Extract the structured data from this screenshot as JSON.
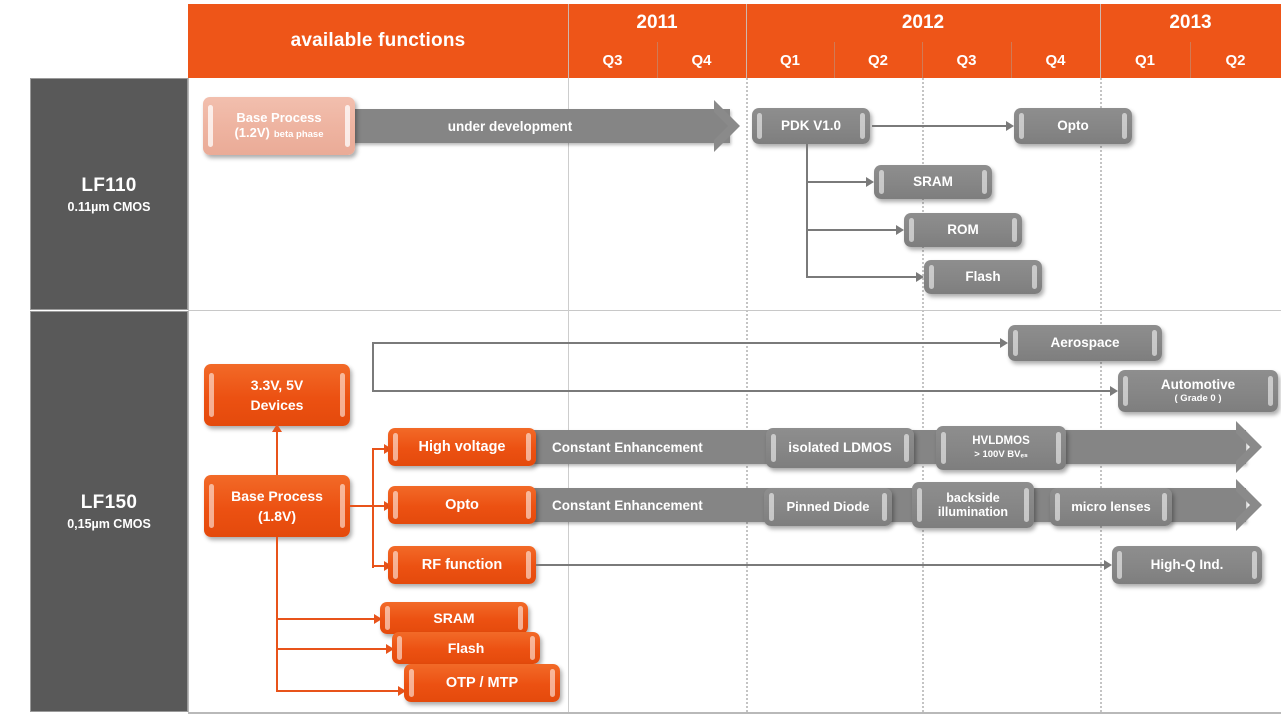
{
  "header": {
    "functions_label": "available functions",
    "years": [
      {
        "label": "2011",
        "quarters": [
          "Q3",
          "Q4"
        ]
      },
      {
        "label": "2012",
        "quarters": [
          "Q1",
          "Q2",
          "Q3",
          "Q4"
        ]
      },
      {
        "label": "2013",
        "quarters": [
          "Q1",
          "Q2"
        ]
      }
    ]
  },
  "colors": {
    "accent_orange": "#EE5518",
    "sidebar_gray": "#595959",
    "box_gray": "#868686",
    "box_salmon": "#EEB3A0"
  },
  "families": [
    {
      "name": "LF110",
      "node": "0.11µm CMOS"
    },
    {
      "name": "LF150",
      "node": "0,15µm CMOS"
    }
  ],
  "lf110": {
    "base_process": {
      "title": "Base Process",
      "sub_v": "(1.2V)",
      "sub_phase": "beta phase"
    },
    "development_bar": "under development",
    "pdk": "PDK V1.0",
    "branches": [
      "Opto",
      "SRAM",
      "ROM",
      "Flash"
    ]
  },
  "lf150": {
    "devices_box": {
      "line1": "3.3V, 5V",
      "line2": "Devices"
    },
    "base_process": {
      "line1": "Base Process",
      "line2": "(1.8V)"
    },
    "qualification": [
      {
        "title": "Aerospace",
        "sub": ""
      },
      {
        "title": "Automotive",
        "sub": "( Grade 0 )"
      }
    ],
    "functions": [
      {
        "label": "High voltage"
      },
      {
        "label": "Opto"
      },
      {
        "label": "RF function"
      },
      {
        "label": "SRAM"
      },
      {
        "label": "Flash"
      },
      {
        "label": "OTP / MTP"
      }
    ],
    "high_voltage_track": {
      "bar_label": "Constant Enhancement",
      "milestones": [
        {
          "title": "isolated LDMOS",
          "sub": ""
        },
        {
          "title": "HVLDMOS",
          "sub": "> 100V BVₑₛ"
        }
      ]
    },
    "opto_track": {
      "bar_label": "Constant Enhancement",
      "milestones": [
        {
          "title": "Pinned Diode",
          "sub": ""
        },
        {
          "title": "backside",
          "sub": "illumination"
        },
        {
          "title": "micro lenses",
          "sub": ""
        }
      ]
    },
    "rf_track": {
      "milestone": "High-Q  Ind."
    }
  }
}
